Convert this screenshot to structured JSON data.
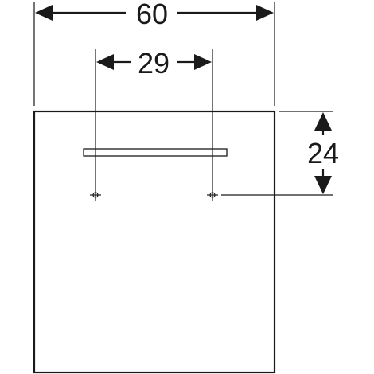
{
  "dimensions": {
    "overall_width": "60",
    "hole_spacing": "29",
    "hole_height_from_top": "24"
  }
}
